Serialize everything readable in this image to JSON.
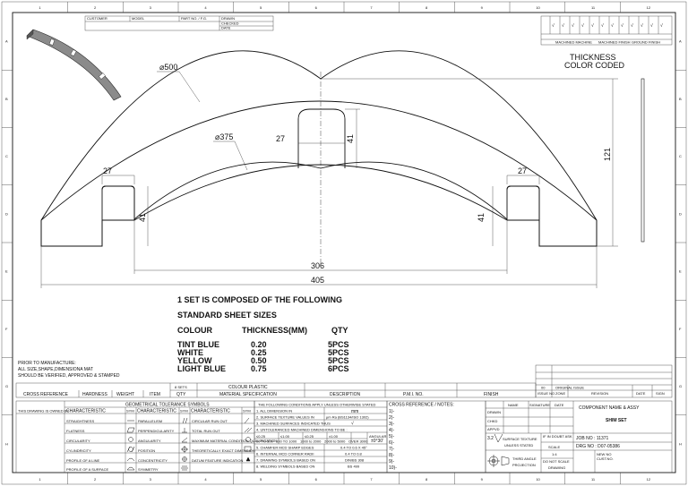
{
  "top_header": {
    "customer": "CUSTOMER",
    "model": "MODEL",
    "part_no": "PART NO. / F.G.",
    "drawn": "DRAWN",
    "checked": "CHECKED",
    "date": "DATE"
  },
  "drawing": {
    "outer_radius": "⌀500",
    "inner_radius": "⌀375",
    "slot_width_center": "27",
    "slot_depth_center": "41",
    "slot_width_left": "27",
    "slot_depth_left": "41",
    "slot_width_right": "27",
    "slot_depth_right": "41",
    "height": "121",
    "inner_span": "306",
    "outer_span": "405",
    "thickness_label_1": "THICKNESS",
    "thickness_label_2": "COLOR CODED"
  },
  "notes": {
    "line1": "1 SET IS COMPOSED OF THE FOLLOWING",
    "line2": "STANDARD SHEET SIZES",
    "col_colour": "COLOUR",
    "col_thickness": "THICKNESS(MM)",
    "col_qty": "QTY",
    "rows": [
      {
        "colour": "TINT BLUE",
        "thickness": "0.20",
        "qty": "5PCS"
      },
      {
        "colour": "WHITE",
        "thickness": "0.25",
        "qty": "5PCS"
      },
      {
        "colour": "YELLOW",
        "thickness": "0.50",
        "qty": "5PCS"
      },
      {
        "colour": "LIGHT BLUE",
        "thickness": "0.75",
        "qty": "6PCS"
      }
    ]
  },
  "prior_note": [
    "PRIOR TO MANUFACTURE:",
    "ALL SIZE,SHAPE,DIMENSIONA MAT",
    "SHOULD BE VERIFIED, APPROVED & STAMPED"
  ],
  "bom": {
    "sets": "8 SETS",
    "material": "COLOUR PLASTIC",
    "headers": [
      "CROSS REFERENCE",
      "HARDNESS",
      "WEIGHT",
      "ITEM",
      "QTY",
      "MATERIAL SPECIFICATION",
      "DESCRIPTION",
      "P.M.I. NO.",
      "FINISH"
    ]
  },
  "gt_symbols": {
    "title": "GEOMETRICAL TOLERANCE SYMBOLS",
    "owned_by": "THIS DRAWING IS OWNED BY",
    "hdr_char": "CHARACTERISTIC",
    "hdr_sym": "SYM",
    "col1": [
      "STRAIGHTNESS",
      "FLATNESS",
      "CIRCULARITY",
      "CYLINDRICITY",
      "PROFILE OF A LINE",
      "PROFILE OF A SURFACE"
    ],
    "col2": [
      "PARALLELISM",
      "PERPENDICULARITY",
      "ANGULARITY",
      "POSITION",
      "CONCENTRICITY",
      "SYMMETRY"
    ],
    "col3": [
      "CIRCULAR RUN OUT",
      "TOTAL RUN OUT",
      "MAXIMUM MATERIAL CONDITION QUALIFICATION",
      "THEORETICALLY EXACT DIMENSION",
      "DATUM FEATURE INDICATION"
    ]
  },
  "conditions": {
    "title": "THE FOLLOWING CONDITIONS APPLY UNLESS OTHERWISE STATED",
    "rows": [
      "1. ALL DIMENSION IN",
      "2. SURFACE TEXTURE VALUES IN",
      "3. MACHINED SURFACES INDICATED THUS",
      "4. UNTOLERANCED MACHINED DIMENSIONS TO BE :",
      "5. CHAMFER MCD SHARP EDGES",
      "6. INTERNAL MCD CORNER RADII",
      "7. DRAWING SYMBOLS BASED ON",
      "8. WELDING SYMBOLS BASED ON"
    ],
    "units": "mm",
    "surface": "μm Ra (BS1134/ISO 1302)",
    "tol_head": [
      "≤0.25",
      "≤1.00",
      "≤0.25",
      "±1.00",
      "ANGULAR"
    ],
    "tol_vals": [
      "≤0 TO 300",
      "300 TO 1000",
      "1000 to 2000",
      "2000 to 5000",
      "OVER 3000"
    ],
    "angular": "±0°30'",
    "chamfer": "0.4 TO 0.6 X 45°",
    "radii": "0.4 TO 0.8",
    "drawing_std": "DIN/BS 308",
    "welding_std": "BS 499"
  },
  "cross_ref": {
    "title": "CROSS REFERENCE / NOTES:",
    "items": [
      "1)-",
      "2)-",
      "3)-",
      "4)-",
      "5)-",
      "6)-",
      "7)-",
      "8)-",
      "9)-",
      "10)-"
    ]
  },
  "title_block": {
    "name_hdr": "NAME",
    "sign_hdr": "SIGNATURE",
    "date_hdr": "DATE",
    "rows": [
      "DRAWN",
      "CHKD",
      "APPVD"
    ],
    "component_label": "COMPONENT NAME & ASSY",
    "component_name": "SHIM SET",
    "job_no": "JOB NO : 11371",
    "drg_no": "DRG NO : D07-05386",
    "surface_texture": "SURFACE TEXTURE",
    "unless_stated": "UNLESS STATED",
    "texture_val": "3.2",
    "third_angle": "THIRD ANGLE",
    "projection": "PROJECTION",
    "if_in_doubt": "IF IN DOUBT ASK",
    "scale": "SCALE",
    "scale_val": "1:4",
    "do_not_scale": "DO NOT SCALE",
    "drawing": "DRAWING",
    "new_no": "NEW NO",
    "cust_no": "CUST.NO."
  },
  "revision": {
    "issue": "00",
    "issue_text": "ORIGINAL ISSUE",
    "hdr": [
      "ISSUE NO",
      "ZONE",
      "REVISION",
      "DATE",
      "SIGN"
    ]
  },
  "tr_table": {
    "grades": [
      "√",
      "√",
      "√",
      "√",
      "√",
      "√",
      "√",
      "√",
      "√",
      "√",
      "√",
      "√"
    ],
    "labels": [
      "MACHINED MACHINE",
      "MACHINED FINISH",
      "GROUND FINISH"
    ]
  },
  "zones": {
    "cols": [
      "1",
      "2",
      "3",
      "4",
      "5",
      "6",
      "7",
      "8",
      "9",
      "10",
      "11",
      "12"
    ],
    "rows": [
      "A",
      "B",
      "C",
      "D",
      "E",
      "F",
      "G",
      "H"
    ]
  }
}
